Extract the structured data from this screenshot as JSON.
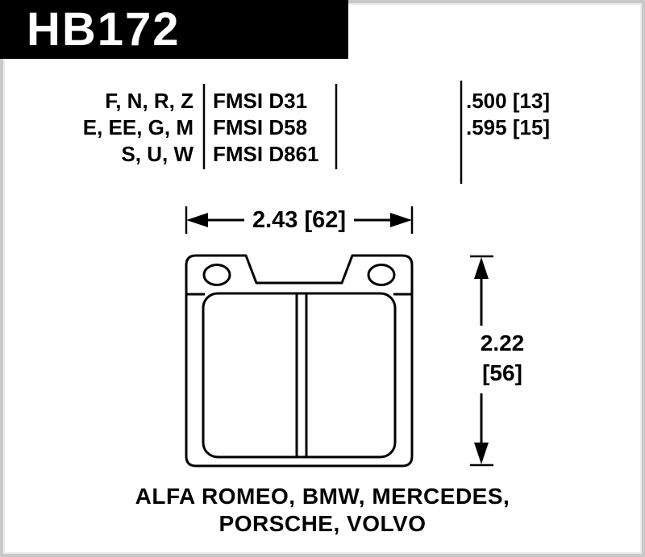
{
  "part": {
    "number": "HB172"
  },
  "spec_table": {
    "rows": [
      {
        "compounds": "F, N, R, Z",
        "fmsi": "FMSI D31",
        "thickness": ".500 [13]"
      },
      {
        "compounds": "E, EE, G, M",
        "fmsi": "FMSI D58",
        "thickness": ".595 [15]"
      },
      {
        "compounds": "S, U, W",
        "fmsi": "FMSI D861",
        "thickness": ""
      }
    ]
  },
  "drawing": {
    "width_label": "2.43 [62]",
    "height_label_value": "2.22",
    "height_label_unit": "[56]"
  },
  "applications": {
    "line1": "ALFA ROMEO, BMW, MERCEDES,",
    "line2": "PORSCHE, VOLVO"
  },
  "colors": {
    "banner_bg": "#000000",
    "banner_text": "#ffffff",
    "ink": "#000000",
    "background": "#ffffff",
    "border": "#c9c9c9"
  }
}
